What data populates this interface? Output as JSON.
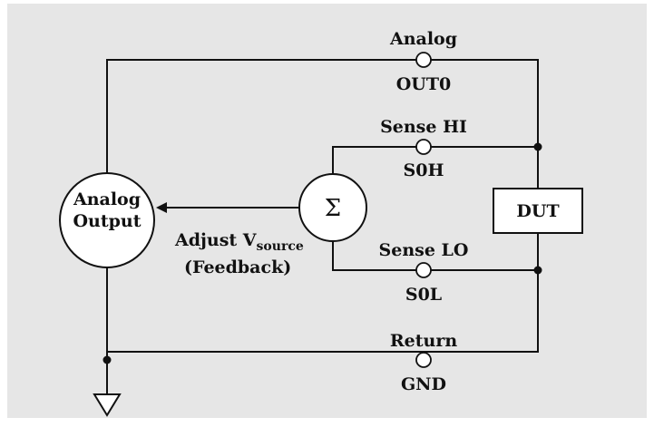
{
  "diagram": {
    "analog_out_top": "Analog",
    "analog_out_bottom": "OUT0",
    "sense_hi_top": "Sense HI",
    "sense_hi_bottom": "S0H",
    "sense_lo_top": "Sense LO",
    "sense_lo_bottom": "S0L",
    "return_top": "Return",
    "return_bottom": "GND",
    "analog_output_line1": "Analog",
    "analog_output_line2": "Output",
    "summer_symbol": "Σ",
    "dut_label": "DUT",
    "feedback_label_main": "Adjust V",
    "feedback_label_sub": "source",
    "feedback_label_line2": "(Feedback)"
  },
  "colors": {
    "panel_background": "#e6e6e6",
    "line": "#111111",
    "component_fill": "#ffffff"
  }
}
